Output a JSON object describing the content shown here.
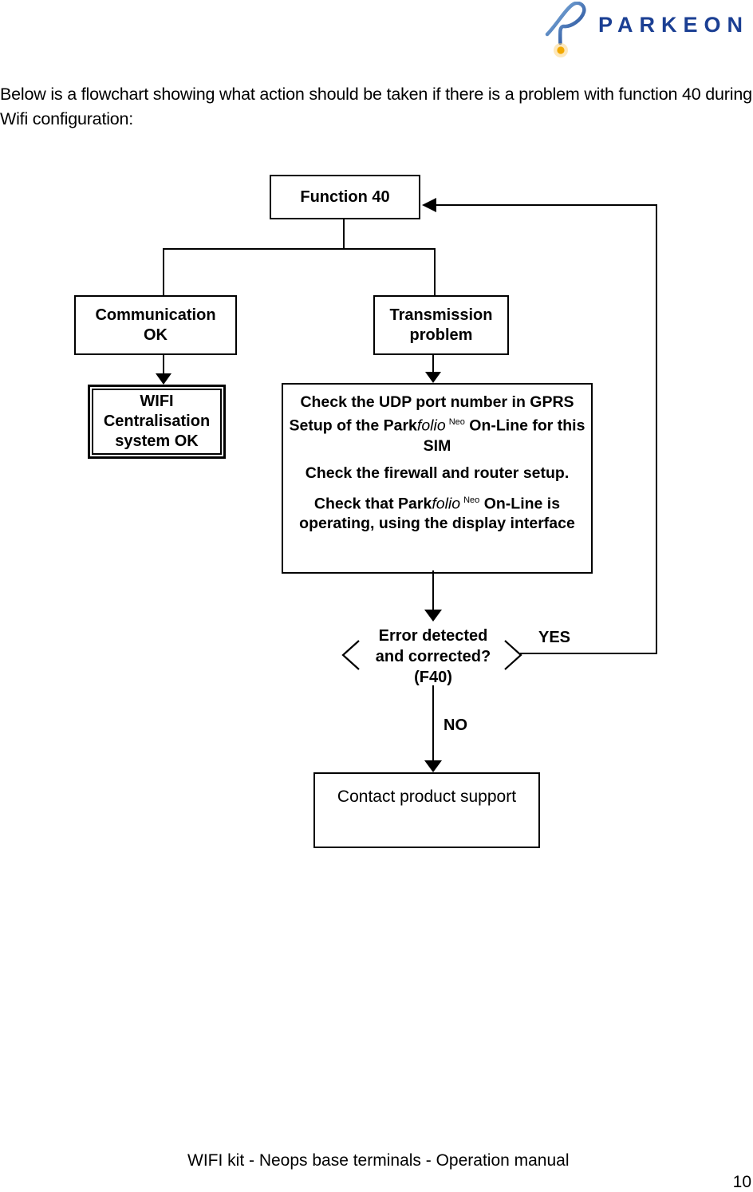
{
  "logo": {
    "brand": "PARKEON",
    "brand_color": "#1b3f93",
    "swoosh_light_color": "#8fc0e8",
    "swoosh_dark_color": "#123a8c",
    "dot_color": "#f2a900"
  },
  "page": {
    "intro": "Below is a flowchart showing what action should be taken if there is a problem with function 40 during Wifi configuration:",
    "footer": "WIFI kit - Neops base terminals - Operation manual",
    "page_number": "10"
  },
  "flowchart": {
    "function40": "Function 40",
    "comm_ok": {
      "line1": "Communication",
      "line2": "OK"
    },
    "transmission": {
      "line1": "Transmission",
      "line2": "problem"
    },
    "wifi": {
      "line1": "WIFI",
      "line2": "Centralisation",
      "line3": "system OK"
    },
    "check": {
      "p1_a": "Check the UDP port number in GPRS Setup of the Park",
      "p1_b": "folio",
      "p1_sup": "Neo",
      "p1_c": " On-Line for this SIM",
      "p2": "Check the firewall and router setup.",
      "p3_a": "Check that Park",
      "p3_b": "folio",
      "p3_sup": "Neo",
      "p3_c": " On-Line is operating, using the display interface"
    },
    "decision": {
      "line1": "Error detected",
      "line2": "and corrected?",
      "line3": "(F40)"
    },
    "yes_label": "YES",
    "no_label": "NO",
    "contact": "Contact product support"
  }
}
